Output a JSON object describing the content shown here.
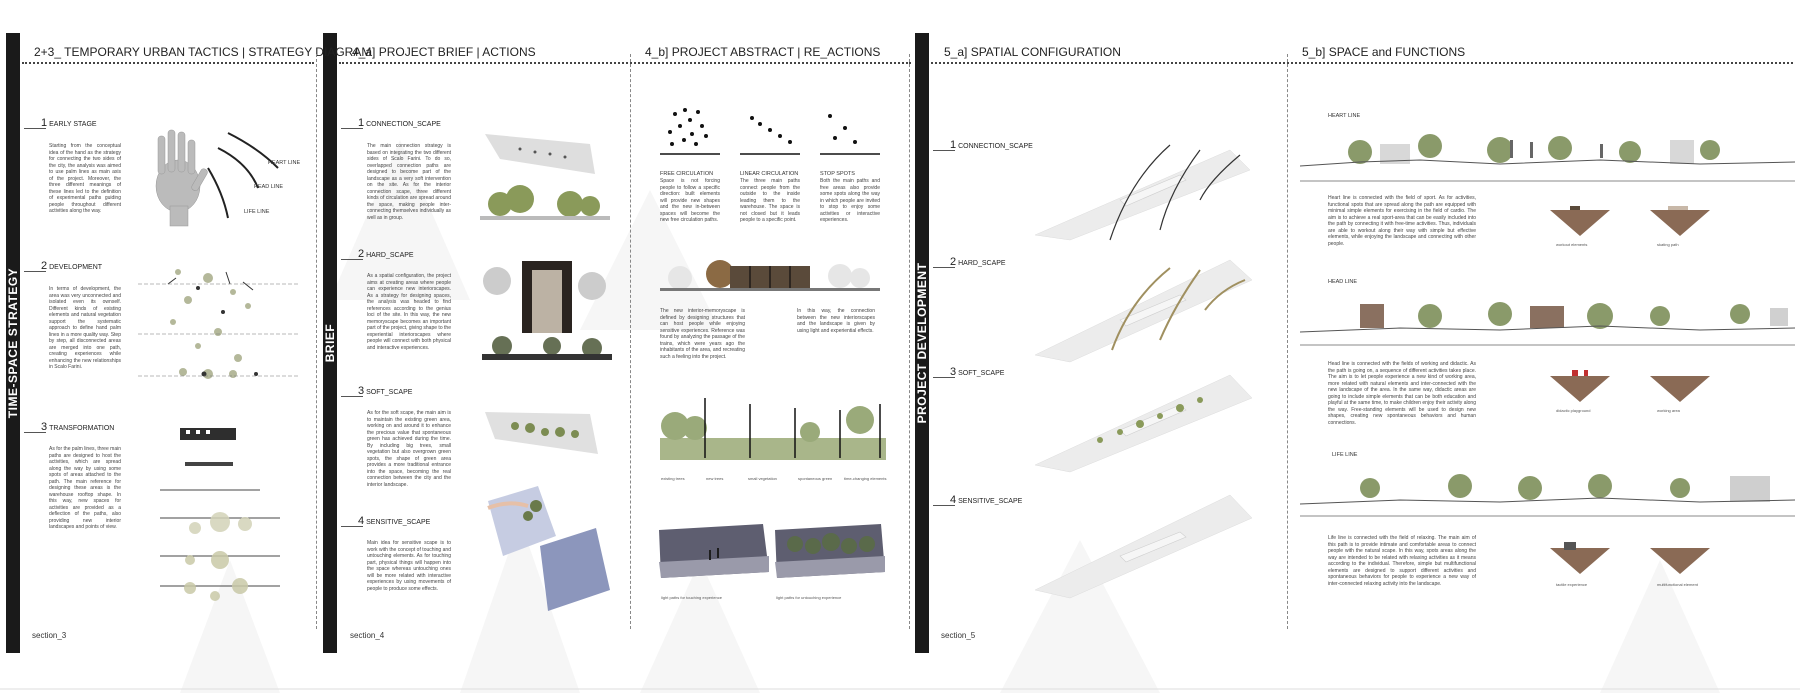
{
  "side_bars": {
    "time_space": "TIME-SPACE STRATEGY",
    "brief": "BRIEF",
    "development": "PROJECT DEVELOPMENT"
  },
  "titles": {
    "strategy": "2+3_ TEMPORARY URBAN TACTICS | STRATEGY DIAGRAM",
    "brief_actions": "4_a] PROJECT BRIEF | ACTIONS",
    "abstract": "4_b] PROJECT ABSTRACT | RE_ACTIONS",
    "spatial": "5_a] SPATIAL CONFIGURATION",
    "functions": "5_b] SPACE and FUNCTIONS"
  },
  "section3": {
    "label": "section_3",
    "stages": [
      {
        "num": "1",
        "name": "EARLY STAGE"
      },
      {
        "num": "2",
        "name": "DEVELOPMENT"
      },
      {
        "num": "3",
        "name": "TRANSFORMATION"
      }
    ],
    "early_text": "Starting from the conceptual idea of the hand as the strategy for connecting the two sides of the city, the analysis was aimed to use palm lines as main axis of the project. Moreover, the three different meanings of these lines led to the definition of experimental paths guiding people throughout different activities along the way.",
    "development_text": "In terms of development, the area was very unconnected and isolated even its ownself. Different kinds of existing elements and natural vegetation support the systematic approach to define hand palm lines in a more quality way. Step by step, all disconnected areas are merged into one path, creating experiences while enhancing the new relationships in Scalo Farini.",
    "transformation_text": "As for the palm lines, three main paths are designed to host the activities, which are spread along the way by using some spots of areas attached to the path. The main reference for designing these areas is the warehouse rooftop shape. In this way, new spaces for activities are provided as a deflection of the paths, also providing new interior landscapes and points of view.",
    "hand_labels": [
      "HEART LINE",
      "HEAD LINE",
      "LIFE LINE"
    ]
  },
  "section4": {
    "label": "section_4",
    "stages": [
      {
        "num": "1",
        "name": "CONNECTION_SCAPE"
      },
      {
        "num": "2",
        "name": "HARD_SCAPE"
      },
      {
        "num": "3",
        "name": "SOFT_SCAPE"
      },
      {
        "num": "4",
        "name": "SENSITIVE_SCAPE"
      }
    ],
    "connection_text": "The main connection strategy is based on integrating the two different sides of Scalo Farini. To do so, overlapped connection paths are designed to become part of the landscape as a very soft intervention on the site. As for the interior connection scape, three different kinds of circulation are spread around the space, making people inter-connecting themselves individually as well as in group.",
    "hard_text": "As a spatial configuration, the project aims at creating areas where people can experience new interiorscapes. As a strategy for designing spaces, the analysis was headed to find references according to the genius loci of the site. In this way, the new memoryscape becomes an important part of the project, giving shape to the experiential interiorscapes where people will connect with both physical and interactive experiences.",
    "soft_text": "As for the soft scape, the main aim is to maintain the existing green area, working on and around it to enhance the precious value that spontaneous green has achieved during the time. By including big trees, small vegetation but also overgrown green spots, the shape of green area provides a more traditional entrance into the space, becoming the real connection between the city and the interior landscape.",
    "sensitive_text": "Main idea for sensitive scape is to work with the concept of touching and untouching elements. As for touching part, physical things will happen into the space whereas untouching ones will be more related with interactive experiences by using movements of people to produce some effects."
  },
  "abstract": {
    "circulations": [
      {
        "title": "FREE CIRCULATION",
        "text": "Space is not forcing people to follow a specific direction: built elements will provide new shapes and the new in-between spaces will become the new free circulation paths."
      },
      {
        "title": "LINEAR CIRCULATION",
        "text": "The three main paths connect people from the outside to the inside leading them to the warehouse. The space is not closed but it leads people to a specific point."
      },
      {
        "title": "STOP SPOTS",
        "text": "Both the main paths and free areas also provide some spots along the way in which people are invited to stop to enjoy some activities or interactive experiences."
      }
    ],
    "memory_text_left": "The new interior-memoryscape is defined by designing structures that can host people while enjoying sensitive experiences. Reference was found by analyzing the passage of the trains, which were years ago the inhabitants of the area, and recreating such a feeling into the project.",
    "memory_text_right": "In this way, the connection between the new interiorscapes and the landscape is given by using light and experiential effects.",
    "veg_captions": [
      "existing trees",
      "new trees",
      "small vegetation",
      "spontaneous green",
      "time-changing elements"
    ],
    "path_captions": [
      "light paths for touching experience",
      "light paths for untouching experience"
    ]
  },
  "section5": {
    "label": "section_5",
    "stages": [
      {
        "num": "1",
        "name": "CONNECTION_SCAPE"
      },
      {
        "num": "2",
        "name": "HARD_SCAPE"
      },
      {
        "num": "3",
        "name": "SOFT_SCAPE"
      },
      {
        "num": "4",
        "name": "SENSITIVE_SCAPE"
      }
    ]
  },
  "functions": {
    "lines": [
      {
        "name": "HEART LINE",
        "text": "Heart line is connected with the field of sport. As for activities, functional spots that are spread along the path are equipped with minimal simple elements for exercising in the field of cardio. The aim is to achieve a real sport-area that can be easily included into the path by connecting it with free-time activities. Thus, individuals are able to workout along their way with simple but effective elements, while enjoying the landscape and connecting with other people.",
        "captions": [
          "workout elements",
          "skating path"
        ]
      },
      {
        "name": "HEAD LINE",
        "text": "Head line is connected with the fields of working and didactic. As the path is going on, a sequence of different activities takes place. The aim is to let people experience a new kind of working area, more related with natural elements and inter-connected with the new landscape of the area. In the same way, didactic areas are going to include simple elements that can be both education and playful at the same time, to make children enjoy their activity along the way. Free-standing elements will be used to design new shapes, creating new spontaneous behaviors and human connections.",
        "captions": [
          "didactic playground",
          "working area"
        ]
      },
      {
        "name": "LIFE LINE",
        "text": "Life line is connected with the field of relaxing. The main aim of this path is to provide intimate and comfortable areas to connect people with the natural scape. In this way, spots areas along the way are intended to be related with relaxing activities as it means according to the individual. Therefore, simple but multifunctional elements are designed to support different activities and spontaneous behaviors for people to experience a new way of inter-connected relaxing activity into the landscape.",
        "captions": [
          "tactile experience",
          "multifunctional element"
        ]
      }
    ]
  }
}
